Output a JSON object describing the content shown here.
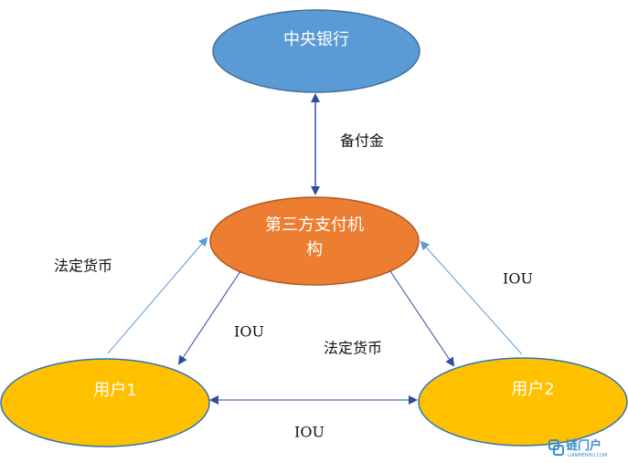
{
  "colors": {
    "central_bank_fill": "#5b9bd5",
    "central_bank_stroke": "#41719c",
    "third_party_fill": "#ed7d31",
    "third_party_stroke": "#ae5a21",
    "user_fill": "#ffc000",
    "user_stroke": "#2e75b6",
    "arrow_dark": "#2f4d9e",
    "arrow_light": "#5b9bd5",
    "watermark": "#3a8ed0"
  },
  "nodes": {
    "central_bank": {
      "label": "中央银行"
    },
    "third_party": {
      "line1": "第三方支付机",
      "line2": "构"
    },
    "user1": {
      "label": "用户1"
    },
    "user2": {
      "label": "用户2"
    }
  },
  "edges": {
    "reserve": {
      "label": "备付金"
    },
    "user1_to_third": {
      "label": "法定货币"
    },
    "third_to_user1": {
      "label": "IOU"
    },
    "third_to_user2": {
      "label": "法定货币"
    },
    "user2_to_third": {
      "label": "IOU"
    },
    "user1_user2": {
      "label": "IOU"
    }
  },
  "watermark": {
    "logo_text": "链门户",
    "sub_text": "LIANMENHU.COM"
  }
}
